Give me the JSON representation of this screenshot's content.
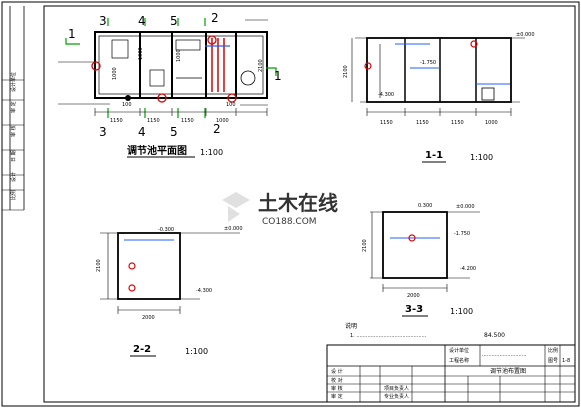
{
  "frame_labels": [
    "设计单位",
    "审 定",
    "审 核",
    "日 期",
    "设计",
    "比例",
    "工程名称",
    "图号"
  ],
  "watermark": {
    "line1": "土木在线",
    "line2": "CO188.COM",
    "color": "#c8c8c8"
  },
  "plan": {
    "title": "调节池平面图",
    "scale": "1:100",
    "section_markers": {
      "top": [
        "3",
        "4",
        "5",
        "2"
      ],
      "bottom": [
        "3",
        "4",
        "5",
        "2"
      ],
      "left": "1",
      "right": "1"
    },
    "dims_bottom": [
      "1150",
      "1150",
      "1150",
      "1000"
    ],
    "dims_mid": [
      "100",
      "100"
    ],
    "dims_vertical": [
      "1000",
      "1000",
      "1000"
    ],
    "dim_side": "2100"
  },
  "section_1_1": {
    "title": "1-1",
    "scale": "1:100",
    "elev_top": "±0.000",
    "elev_bottom": "-4.300",
    "elev_mid": "-1.750",
    "dim_height": "2100",
    "dims_bottom": [
      "1150",
      "1150",
      "1150",
      "1000"
    ]
  },
  "section_2_2": {
    "title": "2-2",
    "scale": "1:100",
    "elev_top": "±0.000",
    "elev_water": "-0.300",
    "elev_bottom": "-4.300",
    "dim_height": "2100",
    "dim_width": "2000"
  },
  "section_3_3": {
    "title": "3-3",
    "scale": "1:100",
    "elev_top": "±0.000",
    "elev_water": "-1.750",
    "elev_bottom": "-4.200",
    "dim_height": "2100",
    "dim_width": "2000",
    "top_mark": "0.300"
  },
  "notes": {
    "header": "说明",
    "line1": "1. ............................................",
    "right_value": "84.500"
  },
  "title_block": {
    "drawing_name": "调节池布置图",
    "col_labels": [
      "设 计",
      "校 对",
      "审 核",
      "审 定",
      "项目负责人",
      "专业负责人"
    ],
    "page": "1-8"
  },
  "colors": {
    "line": "#000000",
    "accent_red": "#e00000",
    "accent_green": "#00a000",
    "accent_blue": "#2060ff"
  }
}
